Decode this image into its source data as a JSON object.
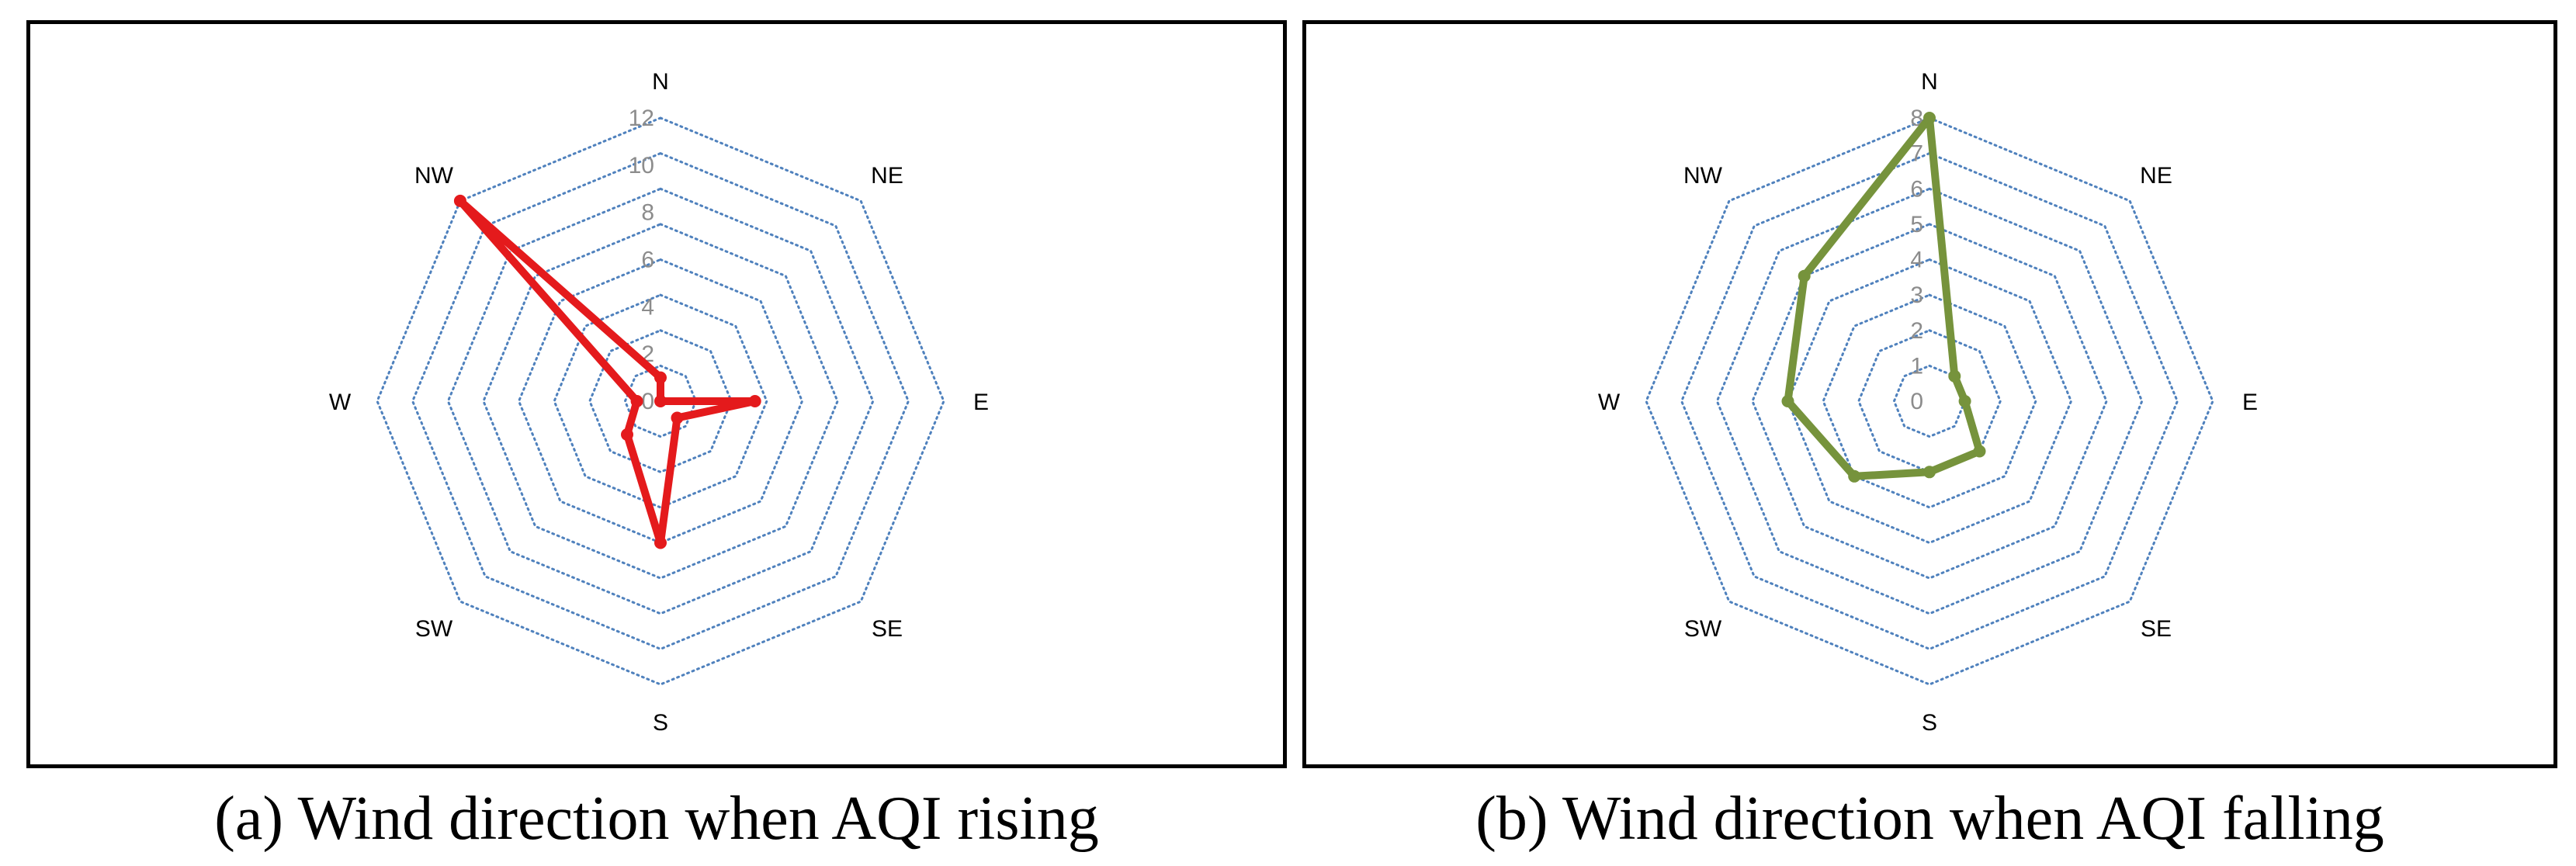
{
  "chart_data": [
    {
      "type": "radar",
      "caption": "(a) Wind direction when AQI rising",
      "categories": [
        "N",
        "NE",
        "E",
        "SE",
        "S",
        "SW",
        "W",
        "NW"
      ],
      "ticks": [
        "0",
        "2",
        "4",
        "6",
        "8",
        "10",
        "12"
      ],
      "rmax": 12,
      "rings": 8,
      "grid": true,
      "series": [
        {
          "values": [
            1,
            0,
            4,
            1,
            6,
            2,
            1,
            12
          ],
          "color": "#e41a1c"
        }
      ],
      "grid_color": "#4f81bd"
    },
    {
      "type": "radar",
      "caption": "(b) Wind direction when AQI falling",
      "categories": [
        "N",
        "NE",
        "E",
        "SE",
        "S",
        "SW",
        "W",
        "NW"
      ],
      "ticks": [
        "0",
        "1",
        "2",
        "3",
        "4",
        "5",
        "6",
        "7",
        "8"
      ],
      "rmax": 8,
      "rings": 8,
      "grid": true,
      "series": [
        {
          "values": [
            8,
            1,
            1,
            2,
            2,
            3,
            4,
            5
          ],
          "color": "#76933c"
        }
      ],
      "grid_color": "#4f81bd"
    }
  ]
}
